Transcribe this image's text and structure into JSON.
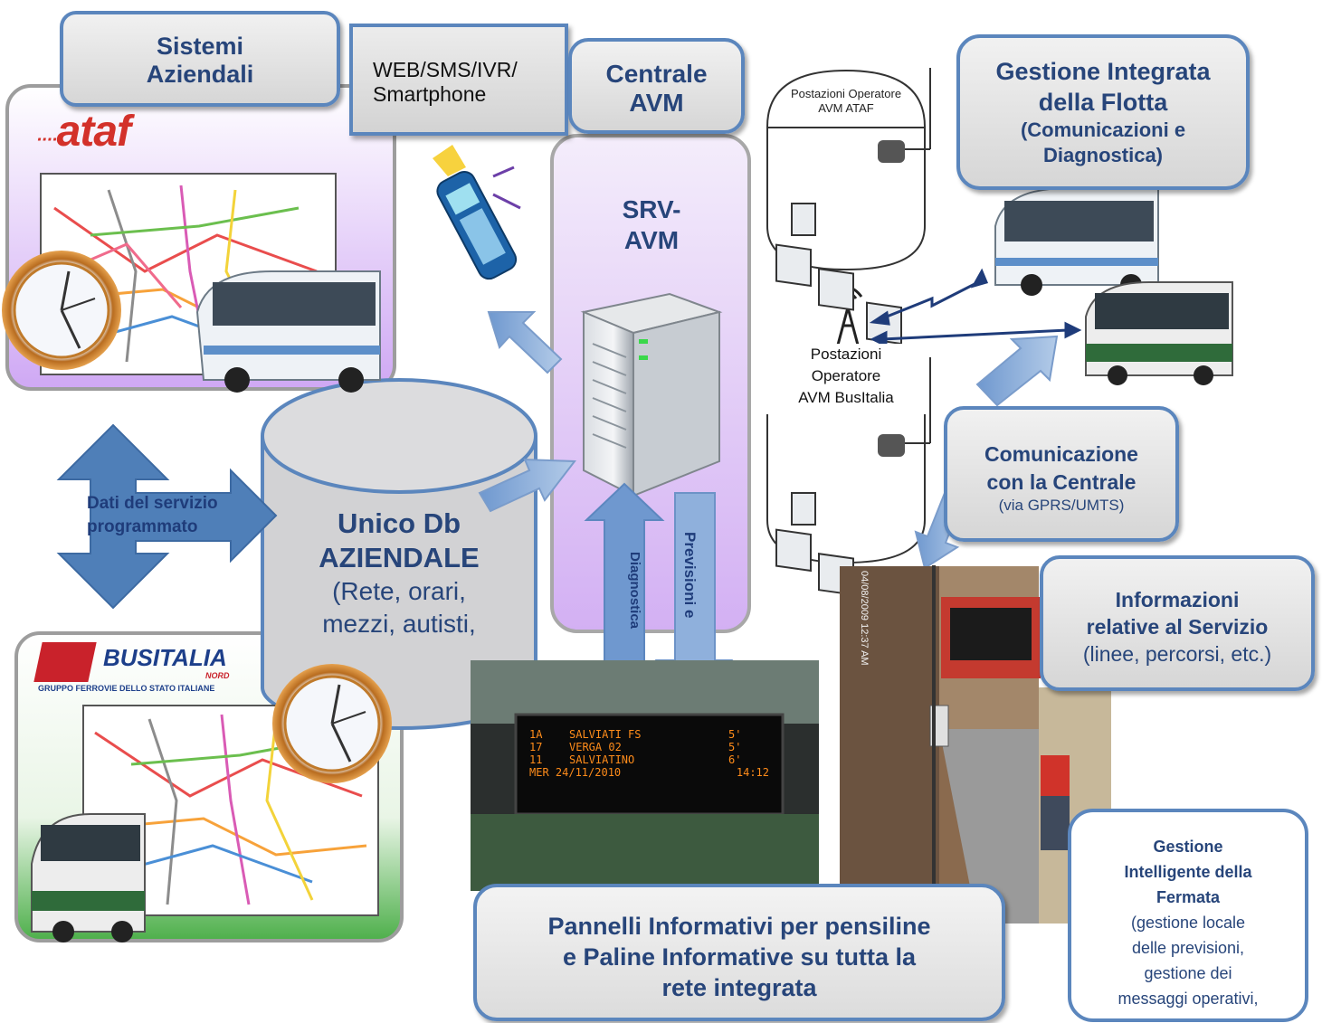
{
  "sistemi": {
    "line1": "Sistemi",
    "line2": "Aziendali"
  },
  "web": {
    "line1": "WEB/SMS/IVR/",
    "line2": "Smartphone"
  },
  "centrale": {
    "line1": "Centrale",
    "line2": "AVM"
  },
  "srv": {
    "line1": "SRV-",
    "line2": "AVM"
  },
  "gestione_flotta": {
    "line1": "Gestione Integrata",
    "line2": "della Flotta",
    "line3": "(Comunicazioni e",
    "line4": "Diagnostica)"
  },
  "ataf_logo": "ataf",
  "busitalia_logo": {
    "name": "BUSITALIA",
    "nord": "NORD",
    "gruppo": "GRUPPO FERROVIE DELLO STATO ITALIANE"
  },
  "postazioni_ataf": {
    "line1": "Postazioni Operatore",
    "line2": "AVM ATAF"
  },
  "postazioni_busitalia": {
    "line1": "Postazioni",
    "line2": "Operatore",
    "line3": "AVM BusItalia"
  },
  "dati_servizio": {
    "line1": "Dati del servizio",
    "line2": "programmato"
  },
  "db": {
    "line1": "Unico Db",
    "line2": "AZIENDALE",
    "line3": "(Rete, orari,",
    "line4": "mezzi, autisti,"
  },
  "diagnostica": "Diagnostica",
  "previsioni": "Previsioni e",
  "comunicazione": {
    "line1": "Comunicazione",
    "line2": "con la Centrale",
    "line3": "(via GPRS/UMTS)"
  },
  "informazioni": {
    "line1": "Informazioni",
    "line2": "relative al Servizio",
    "line3": "(linee, percorsi, etc.)"
  },
  "pannelli": {
    "line1": "Pannelli Informativi per pensiline",
    "line2": "e Paline Informative su tutta la",
    "line3": "rete integrata"
  },
  "fermata": {
    "line1": "Gestione",
    "line2": "Intelligente della",
    "line3": "Fermata",
    "line4": "(gestione locale",
    "line5": "delle previsioni,",
    "line6": "gestione dei",
    "line7": "messaggi operativi,"
  },
  "display": {
    "rows": [
      {
        "line": "1A",
        "dest": "SALVIATI FS",
        "min": "5'"
      },
      {
        "line": "17",
        "dest": "VERGA 02",
        "min": "5'"
      },
      {
        "line": "11",
        "dest": "SALVIATINO",
        "min": "6'"
      }
    ],
    "date": "MER 24/11/2010",
    "time": "14:12"
  },
  "photo_stamp": "04/08/2009  12:37 AM",
  "colors": {
    "box_border": "#5b86bd",
    "title_text": "#27457a",
    "arrow": "#4f7fb8",
    "purple": "#d6b3f5",
    "green": "#5ab85a",
    "led": "#ff8c1a"
  }
}
